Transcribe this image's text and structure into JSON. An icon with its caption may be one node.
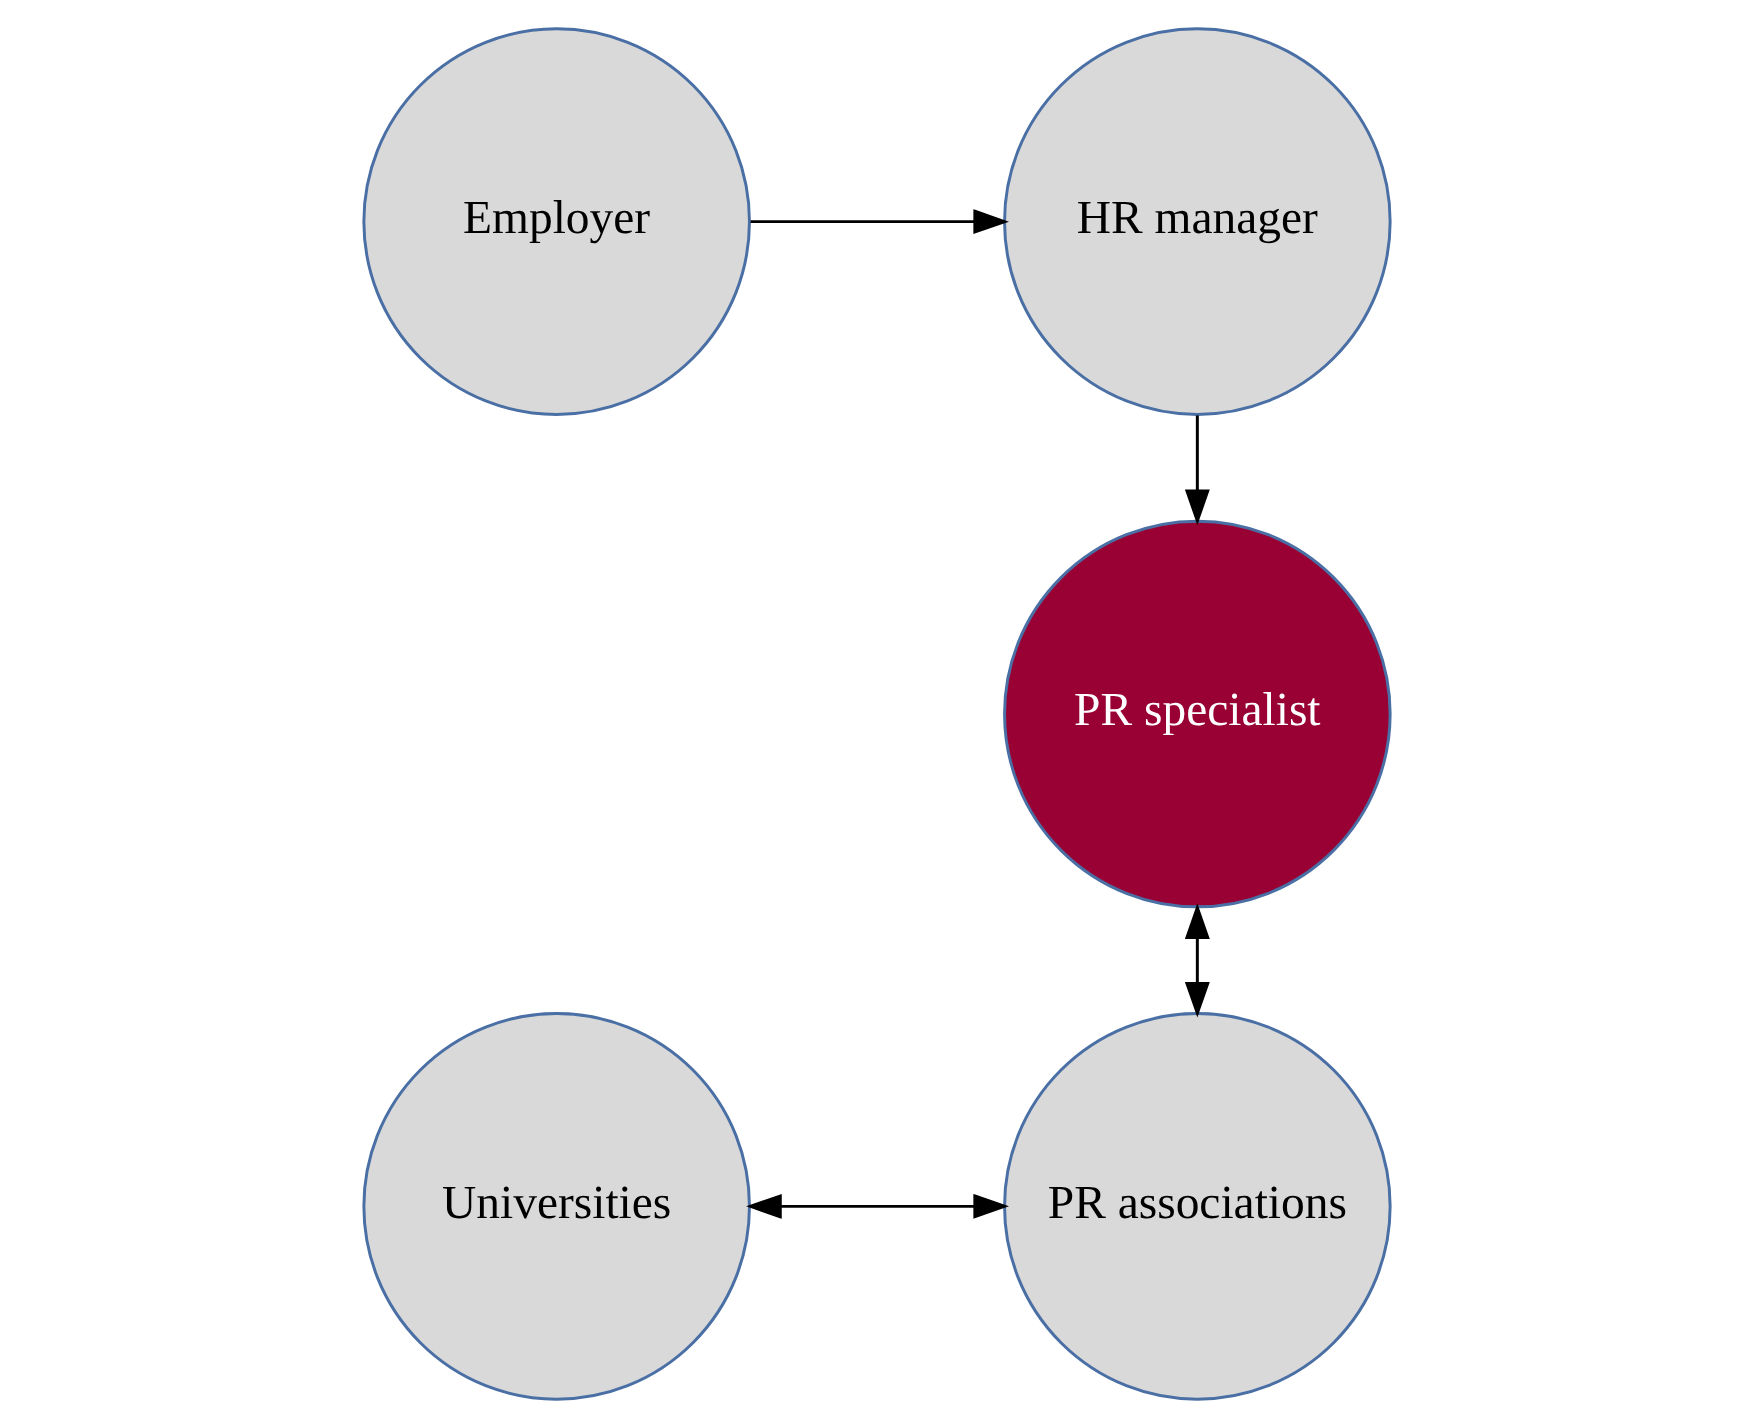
{
  "diagram": {
    "nodes": [
      {
        "text": [
          "Employer"
        ]
      },
      {
        "text": [
          "HR manager"
        ]
      },
      {
        "text": [
          "PR specialist"
        ]
      },
      {
        "text": [
          "Universities"
        ]
      },
      {
        "text": [
          "PR associations"
        ]
      }
    ],
    "edges": [
      {
        "from": 0,
        "to": 1,
        "arrow": "to"
      },
      {
        "from": 1,
        "to": 2,
        "arrow": "to"
      },
      {
        "from": 2,
        "to": 4,
        "arrow": "both"
      },
      {
        "from": 3,
        "to": 4,
        "arrow": "both"
      }
    ]
  }
}
